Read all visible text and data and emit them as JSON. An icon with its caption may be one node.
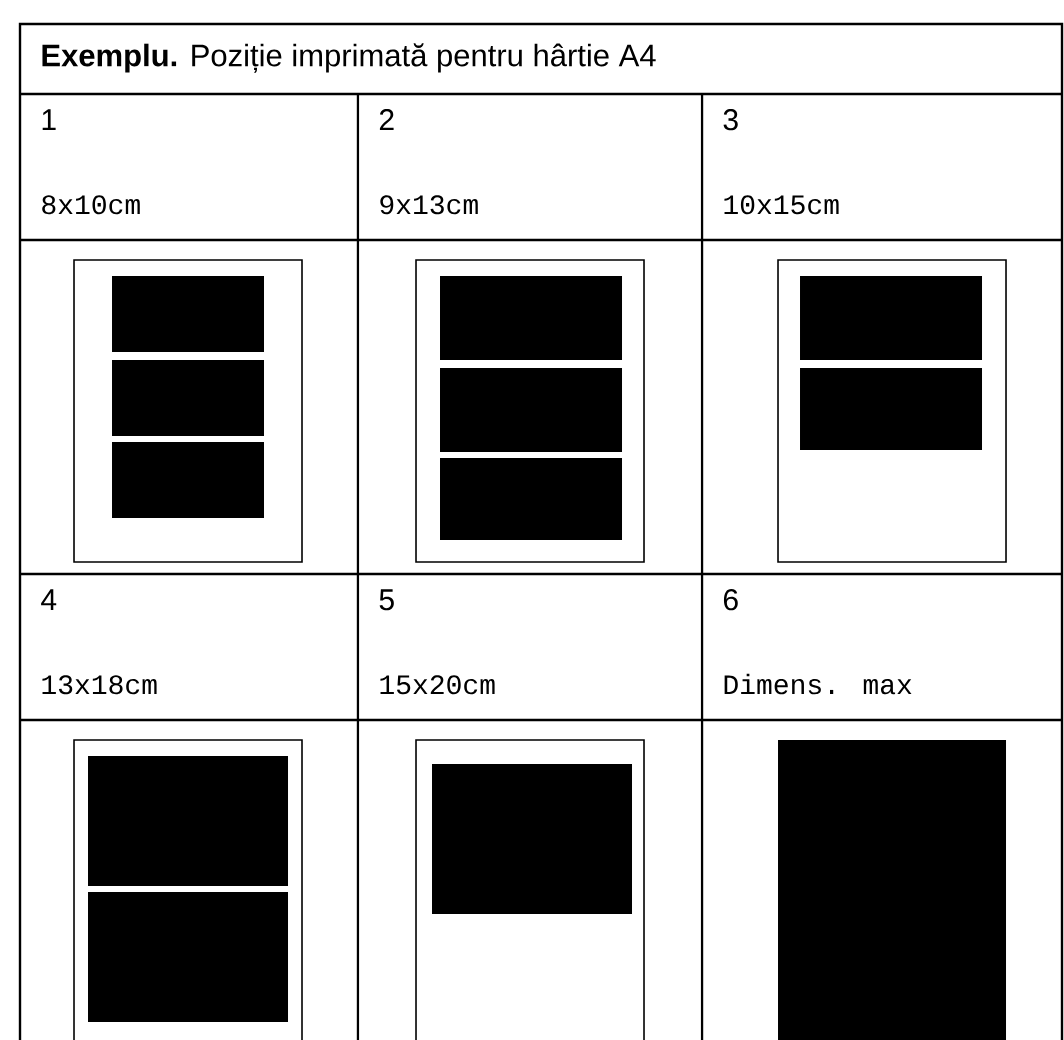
{
  "diagram": {
    "title": "**Exemplu.** Poziție imprimată pentru hârtie A4",
    "labels": [
      "1",
      "2",
      "3",
      "8x10cm",
      "9x13cm",
      "10x15cm",
      "4",
      "5",
      "6",
      "13x18cm",
      "15x20cm",
      "Dimens. max"
    ]
  }
}
